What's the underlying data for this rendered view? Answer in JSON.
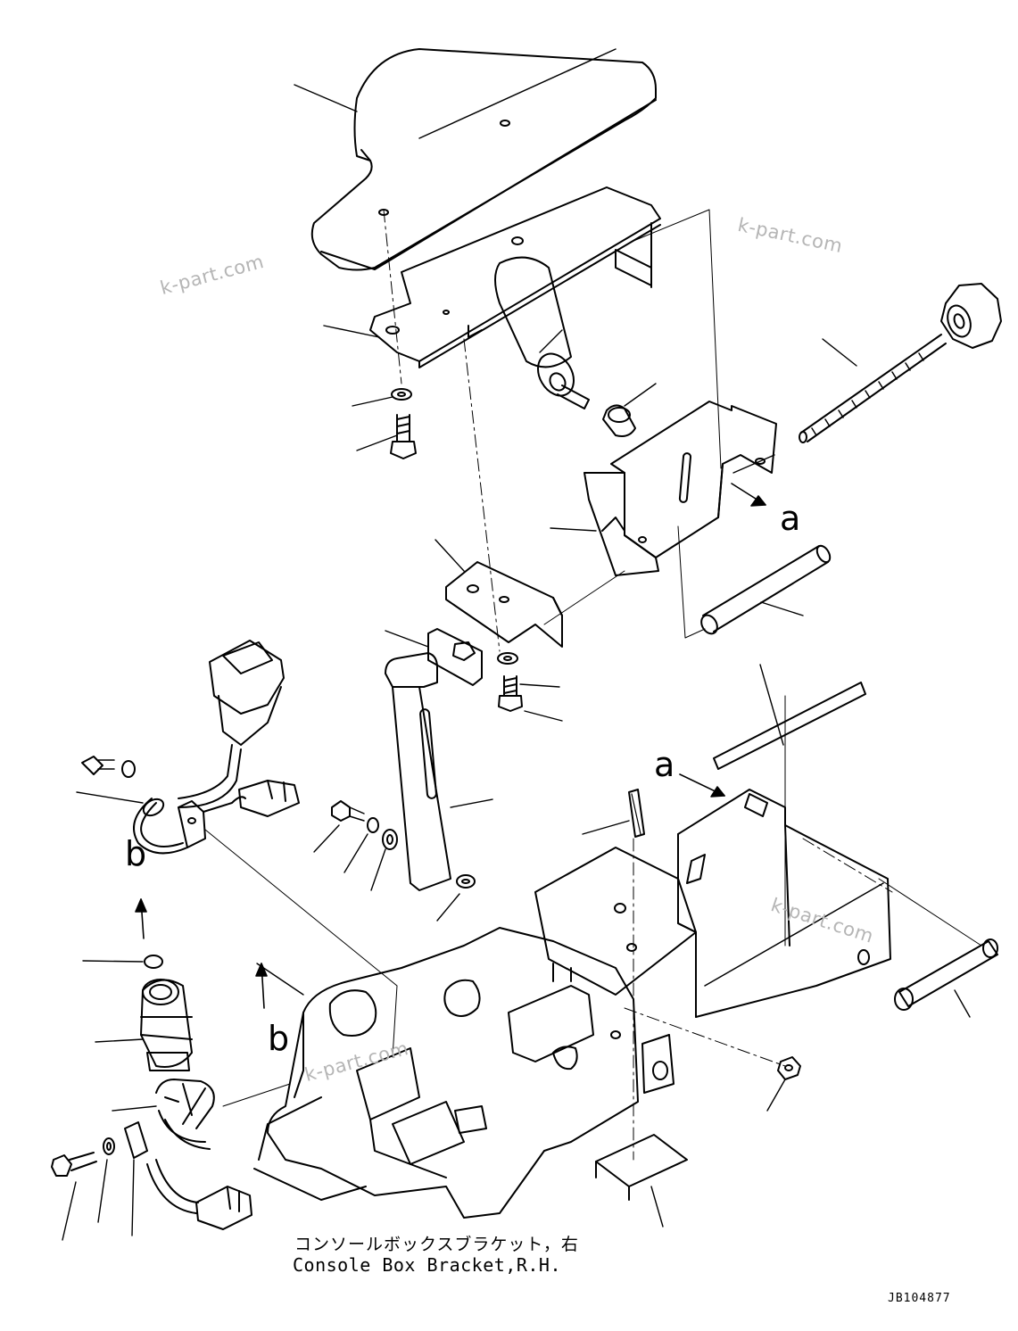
{
  "caption": {
    "japanese": "コンソールボックスブラケット，右",
    "english": "Console Box Bracket,R.H."
  },
  "drawing_code": "JB104877",
  "view_markers": {
    "a": "a",
    "b": "b"
  },
  "watermarks": [
    "k-part.com",
    "k-part.com",
    "k-part.com",
    "k-part.com"
  ],
  "colors": {
    "line": "#000000",
    "background": "#ffffff",
    "watermark": "#b5b5b5"
  }
}
